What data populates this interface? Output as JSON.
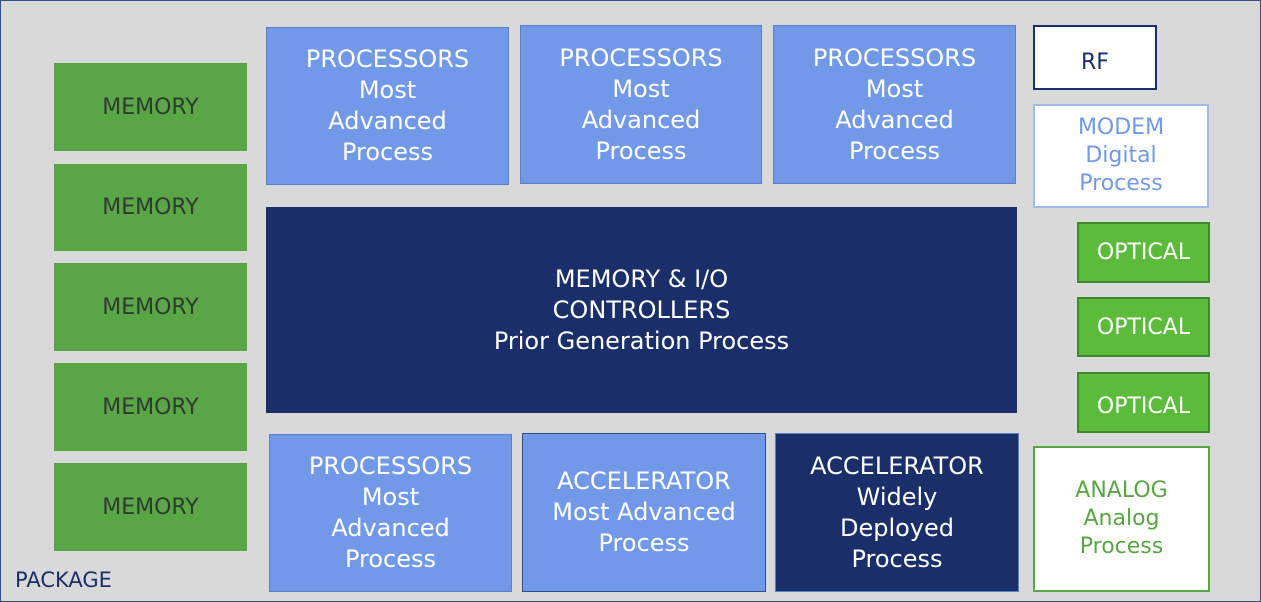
{
  "package_label": "PACKAGE",
  "memory_blocks": [
    "MEMORY",
    "MEMORY",
    "MEMORY",
    "MEMORY",
    "MEMORY"
  ],
  "top_processors": [
    {
      "lines": [
        "PROCESSORS",
        "Most",
        "Advanced",
        "Process"
      ]
    },
    {
      "lines": [
        "PROCESSORS",
        "Most",
        "Advanced",
        "Process"
      ]
    },
    {
      "lines": [
        "PROCESSORS",
        "Most",
        "Advanced",
        "Process"
      ]
    }
  ],
  "controller": {
    "lines": [
      "MEMORY & I/O",
      "CONTROLLERS",
      "Prior Generation Process"
    ]
  },
  "bottom_blocks": [
    {
      "lines": [
        "PROCESSORS",
        "Most",
        "Advanced",
        "Process"
      ]
    },
    {
      "lines": [
        "ACCELERATOR",
        "Most Advanced",
        "Process"
      ]
    },
    {
      "lines": [
        "ACCELERATOR",
        "Widely",
        "Deployed",
        "Process"
      ]
    }
  ],
  "rf": "RF",
  "modem": {
    "lines": [
      "MODEM",
      "Digital",
      "Process"
    ]
  },
  "optical_blocks": [
    "OPTICAL",
    "OPTICAL",
    "OPTICAL"
  ],
  "analog": {
    "lines": [
      "ANALOG",
      "Analog",
      "Process"
    ]
  },
  "colors": {
    "memory": "#5aa646",
    "processor": "#7299e8",
    "controller": "#1a2e69",
    "optical": "#5dbb3c",
    "package": "#d9d9d9"
  }
}
